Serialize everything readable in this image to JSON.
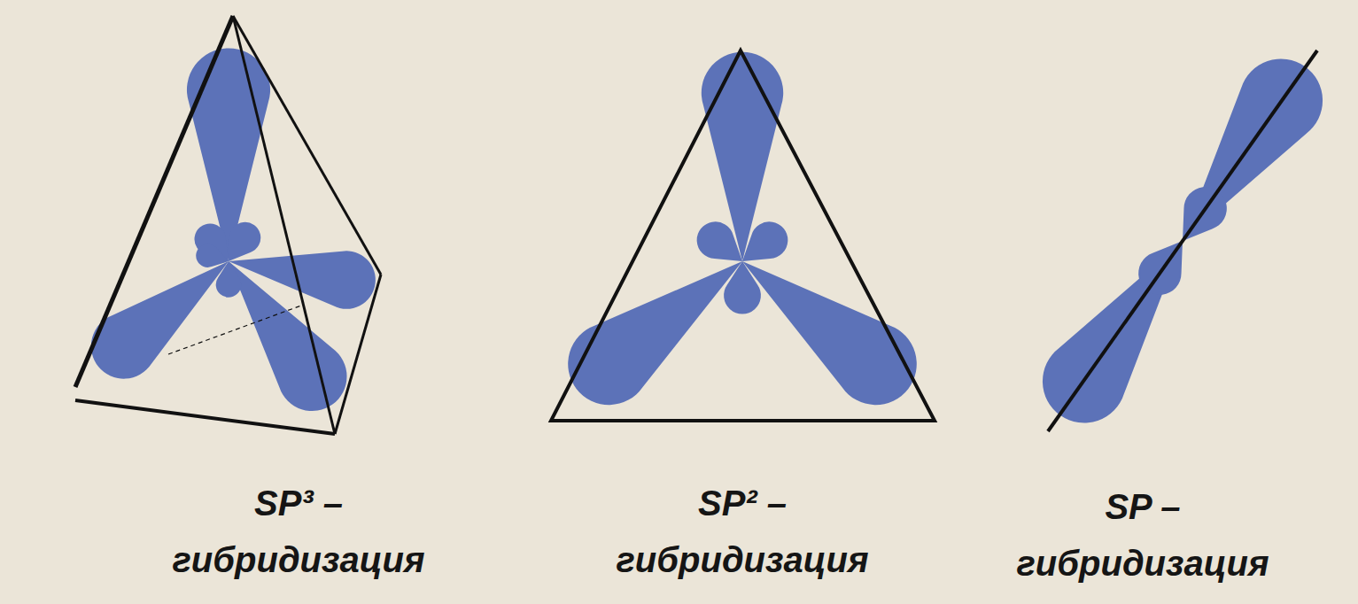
{
  "diagram": {
    "labels": [
      "SP³ – гибридизация",
      "SP² – гибридизация",
      "SP – гибридизация"
    ]
  }
}
